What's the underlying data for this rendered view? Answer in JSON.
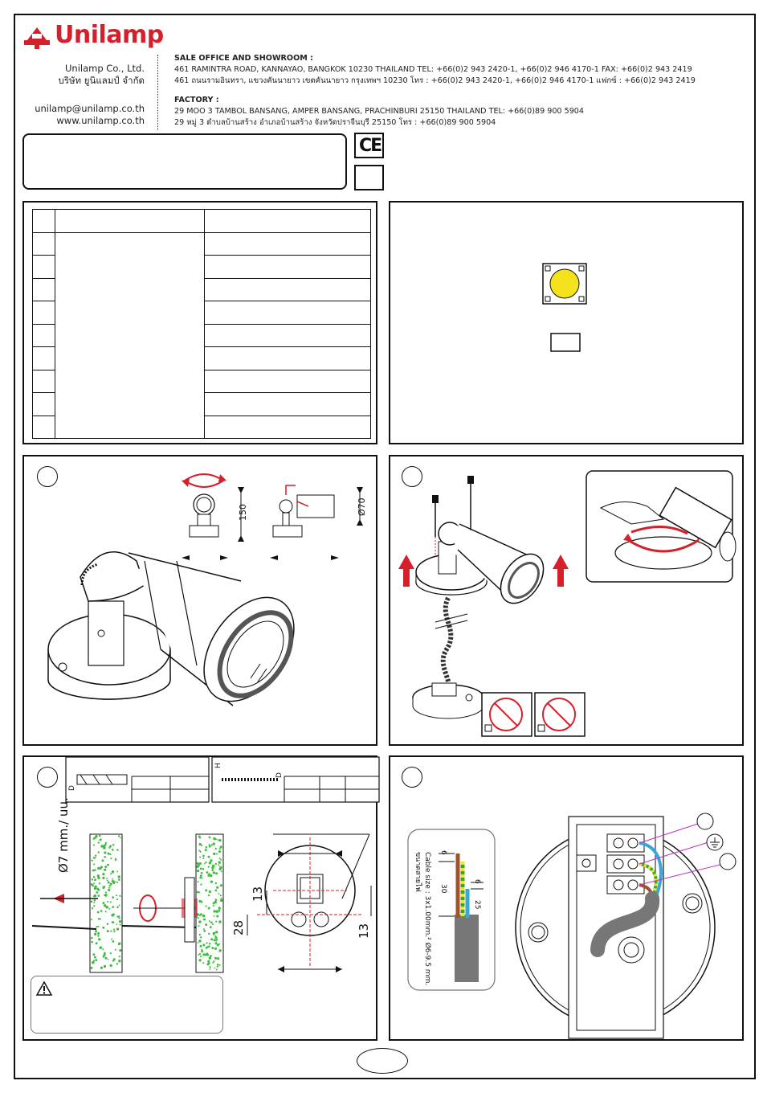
{
  "brand": {
    "name": "Unilamp",
    "color": "#d4202a",
    "logo_icon": "lamp-shade-logo-icon"
  },
  "company": {
    "name_en": "Unilamp Co., Ltd.",
    "name_th": "บริษัท ยูนิแลมป์ จำกัด",
    "email": "unilamp@unilamp.co.th",
    "web": "www.unilamp.co.th"
  },
  "sale_office": {
    "heading": "SALE OFFICE AND SHOWROOM :",
    "line_en": "461 RAMINTRA ROAD, KANNAYAO, BANGKOK 10230 THAILAND TEL: +66(0)2 943 2420-1, +66(0)2 946 4170-1 FAX: +66(0)2 943 2419",
    "line_th": "461 ถนนรามอินทรา, แขวงคันนายาว เขตคันนายาว กรุงเทพฯ 10230 โทร : +66(0)2 943 2420-1, +66(0)2 946 4170-1 แฟกซ์ : +66(0)2 943 2419"
  },
  "factory": {
    "heading": "FACTORY :",
    "line_en": "29 MOO 3 TAMBOL BANSANG, AMPER BANSANG, PRACHINBURI 25150 THAILAND TEL: +66(0)89 900 5904",
    "line_th": "29 หมู่ 3 ตำบลบ้านสร้าง อำเภอบ้านสร้าง จังหวัดปราจีนบุรี 25150 โทร : +66(0)89 900 5904"
  },
  "certification": {
    "ce_mark": "CE"
  },
  "spec_table": {
    "row_count": 10
  },
  "dimensions": {
    "height": "150",
    "diameter": "Ø70"
  },
  "drilling": {
    "hole": "Ø7 mm./ uu.",
    "offset_a": "13",
    "offset_b": "28",
    "offset_c": "13",
    "dim_d": "D",
    "dim_h": "H"
  },
  "cable": {
    "size_label": "Cable size : 3x1.00mm.² Ø6-9.5 mm.",
    "size_label_th": "ขนาดสายไฟ",
    "dim_6a": "6",
    "dim_30": "30",
    "dim_6b": "6",
    "dim_25": "25"
  },
  "colors": {
    "line": "#111111",
    "arrow_red": "#d4202a",
    "led_yellow": "#f5e21c",
    "wire_brown": "#a0522d",
    "wire_blue": "#39a7d8",
    "wire_green": "#3aa33a",
    "wire_yellow": "#f2e22a",
    "wire_magenta": "#c030c0",
    "concrete_dots": "#3cbf3c"
  }
}
